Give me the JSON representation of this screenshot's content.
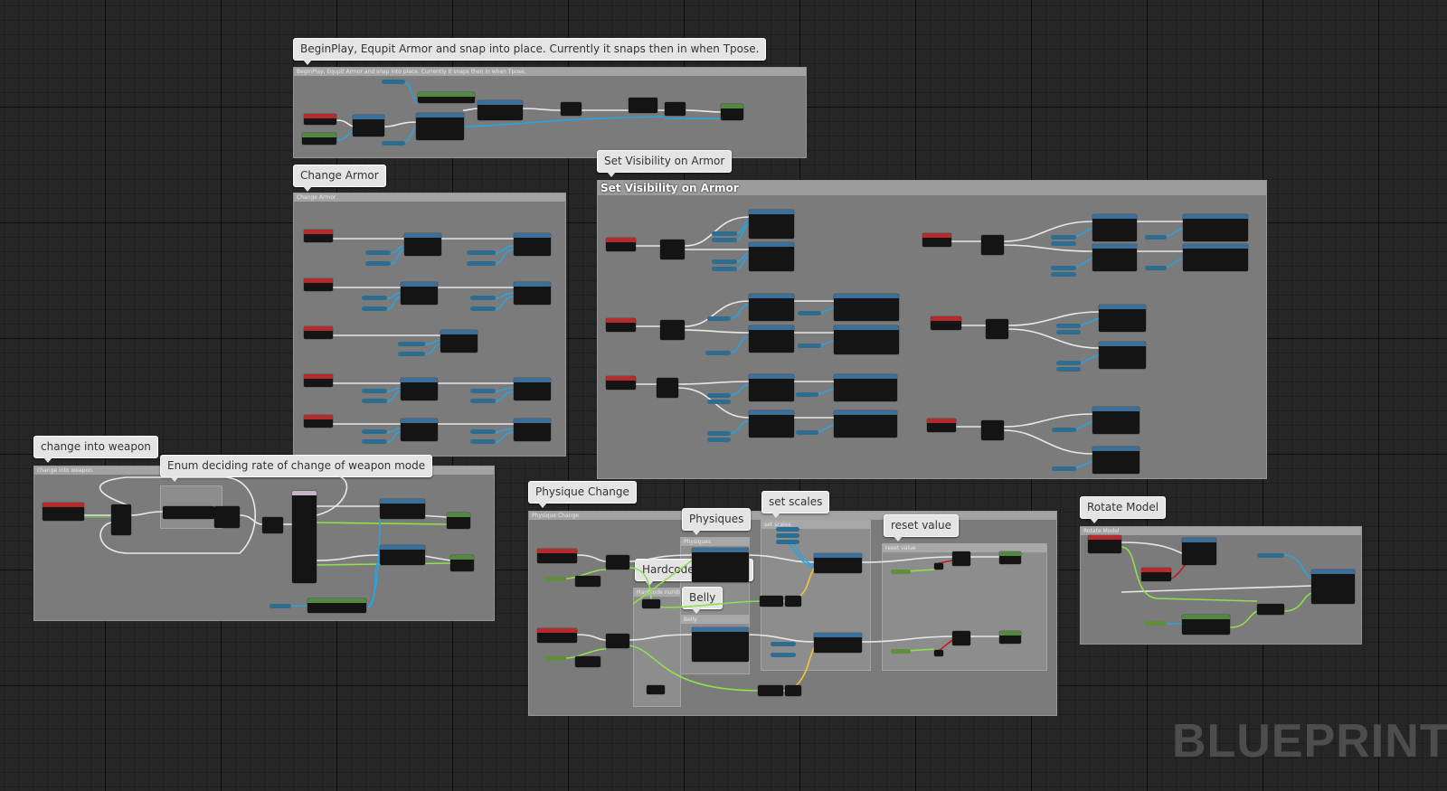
{
  "comment_bubbles": {
    "begin_play": "BeginPlay, Equpit Armor and snap into place. Currently it snaps then in when Tpose.",
    "change_armor": "Change Armor",
    "set_visibility": "Set Visibility on Armor",
    "change_weapon": "change into weapon",
    "enum_rate": "Enum deciding rate of change of weapon mode",
    "physique_change": "Physique Change",
    "physiques": "Physiques",
    "set_scales": "set scales",
    "reset_value": "reset value",
    "hardcode_numbers": "Hardcode numbers",
    "belly": "Belly",
    "rotate_model": "Rotate Model"
  },
  "comment_headers": {
    "begin_play": "BeginPlay, Equpit Armor and snap into place. Currently it snaps then in when Tpose.",
    "change_armor": "Change Armor",
    "set_visibility": "Set Visibility on Armor",
    "change_weapon": "change into weapon",
    "physique_change": "Physique Change",
    "physiques": "Physiques",
    "set_scales": "set scales",
    "reset_value": "reset value",
    "hardcode_numbers": "Hardcode numbers",
    "belly": "Belly",
    "rotate_model": "Rotate Model"
  },
  "watermark": "BLUEPRINT",
  "colors": {
    "exec_wire": "#e8e8e8",
    "object_wire": "#2aa3e0",
    "float_wire": "#8fe04a",
    "bool_wire": "#c21d1d",
    "vector_wire": "#f0c43a",
    "event_header": "#b52b2b",
    "function_header": "#3b6f9b",
    "comment_bg": "#7b7b7b"
  }
}
